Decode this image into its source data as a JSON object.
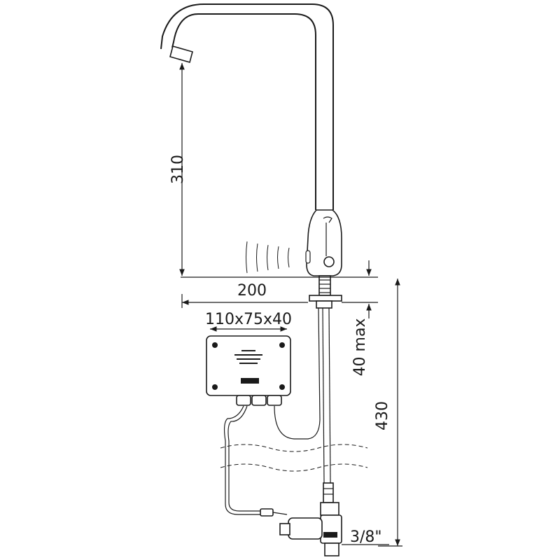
{
  "dimensions": {
    "spout_height": "310",
    "spout_reach": "200",
    "box_size": "110x75x40",
    "deck_thickness": "40 max",
    "total_height": "430",
    "thread": "3/8\""
  },
  "colors": {
    "ink": "#1a1a1a",
    "background": "#ffffff"
  }
}
